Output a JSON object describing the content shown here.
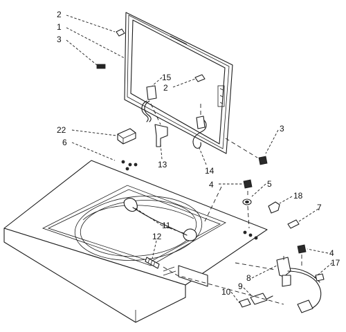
{
  "diagram": {
    "callouts": {
      "c2_top": "2",
      "c1": "1",
      "c3_left": "3",
      "c15": "15",
      "c2_mid": "2",
      "c3_right": "3",
      "c22": "22",
      "c6": "6",
      "c13": "13",
      "c14": "14",
      "c4_upper": "4",
      "c5": "5",
      "c18": "18",
      "c7": "7",
      "c11": "11",
      "c12": "12",
      "c4_lower": "4",
      "c17": "17",
      "c8": "8",
      "c9": "9",
      "c10": "10"
    }
  }
}
